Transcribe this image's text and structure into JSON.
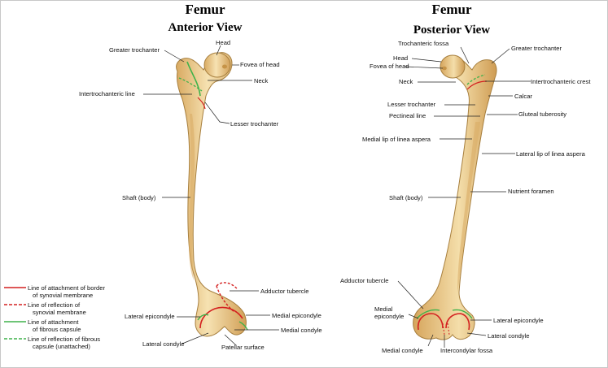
{
  "anterior": {
    "title": "Femur",
    "subtitle": "Anterior View",
    "labels": {
      "head": "Head",
      "greater_trochanter": "Greater trochanter",
      "fovea_of_head": "Fovea of head",
      "neck": "Neck",
      "intertrochanteric_line": "Intertrochanteric line",
      "lesser_trochanter": "Lesser trochanter",
      "shaft": "Shaft (body)",
      "adductor_tubercle": "Adductor tubercle",
      "lateral_epicondyle": "Lateral epicondyle",
      "medial_epicondyle": "Medial epicondyle",
      "medial_condyle": "Medial condyle",
      "lateral_condyle": "Lateral condyle",
      "patellar_surface": "Patellar surface"
    }
  },
  "posterior": {
    "title": "Femur",
    "subtitle": "Posterior View",
    "labels": {
      "trochanteric_fossa": "Trochanteric fossa",
      "greater_trochanter": "Greater trochanter",
      "head": "Head",
      "fovea_of_head": "Fovea of head",
      "neck": "Neck",
      "intertrochanteric_crest": "Intertrochanteric crest",
      "calcar": "Calcar",
      "lesser_trochanter": "Lesser trochanter",
      "pectineal_line": "Pectineal line",
      "gluteal_tuberosity": "Gluteal tuberosity",
      "medial_lip": "Medial lip of linea aspera",
      "lateral_lip": "Lateral lip of linea aspera",
      "shaft": "Shaft (body)",
      "nutrient_foramen": "Nutrient foramen",
      "adductor_tubercle": "Adductor tubercle",
      "medial_epicondyle_1": "Medial",
      "medial_epicondyle_2": "epicondyle",
      "lateral_epicondyle": "Lateral epicondyle",
      "lateral_condyle": "Lateral condyle",
      "medial_condyle": "Medial condyle",
      "intercondylar_fossa": "Intercondylar fossa"
    }
  },
  "legend": {
    "items": [
      {
        "line1": "Line of attachment of border",
        "line2": "of synovial membrane",
        "color": "#d42020",
        "dashed": false
      },
      {
        "line1": "Line of reflection of",
        "line2": "synovial membrane",
        "color": "#d42020",
        "dashed": true
      },
      {
        "line1": "Line of attachment",
        "line2": "of fibrous capsule",
        "color": "#3fb24a",
        "dashed": false
      },
      {
        "line1": "Line of reflection of fibrous",
        "line2": "capsule (unattached)",
        "color": "#3fb24a",
        "dashed": true
      }
    ]
  },
  "colors": {
    "bone_light": "#f3dba6",
    "bone_dark": "#d5a55d",
    "synovial": "#d42020",
    "capsule": "#3fb24a"
  }
}
